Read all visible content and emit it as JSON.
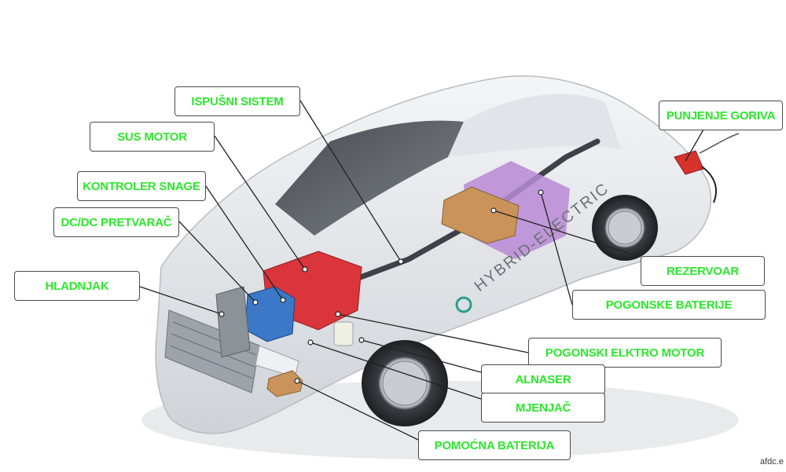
{
  "labels": {
    "exhaust": "ISPUŠNI SISTEM",
    "ice": "SUS MOTOR",
    "power_controller": "KONTROLER SNAGE",
    "dcdc": "DC/DC PRETVARAČ",
    "radiator": "HLADNJAK",
    "fuel_fill": "PUNJENJE GORIVA",
    "fuel_tank": "REZERVOAR",
    "traction_battery": "POGONSKE BATERIJE",
    "traction_motor": "POGONSKI ELKTRO MOTOR",
    "starter": "ALNASER",
    "transmission": "MJENJAČ",
    "aux_battery": "POMOĆNA BATERIJA"
  },
  "car_decal": "HYBRID-ELECTRIC",
  "credit": "afdc.e",
  "colors": {
    "label_text": "#2ee62e",
    "label_border": "#4a4a4a",
    "battery_pack": "#b98ad6",
    "engine": "#d9353a",
    "controller": "#3b78c8",
    "aux_battery": "#c9935a"
  }
}
